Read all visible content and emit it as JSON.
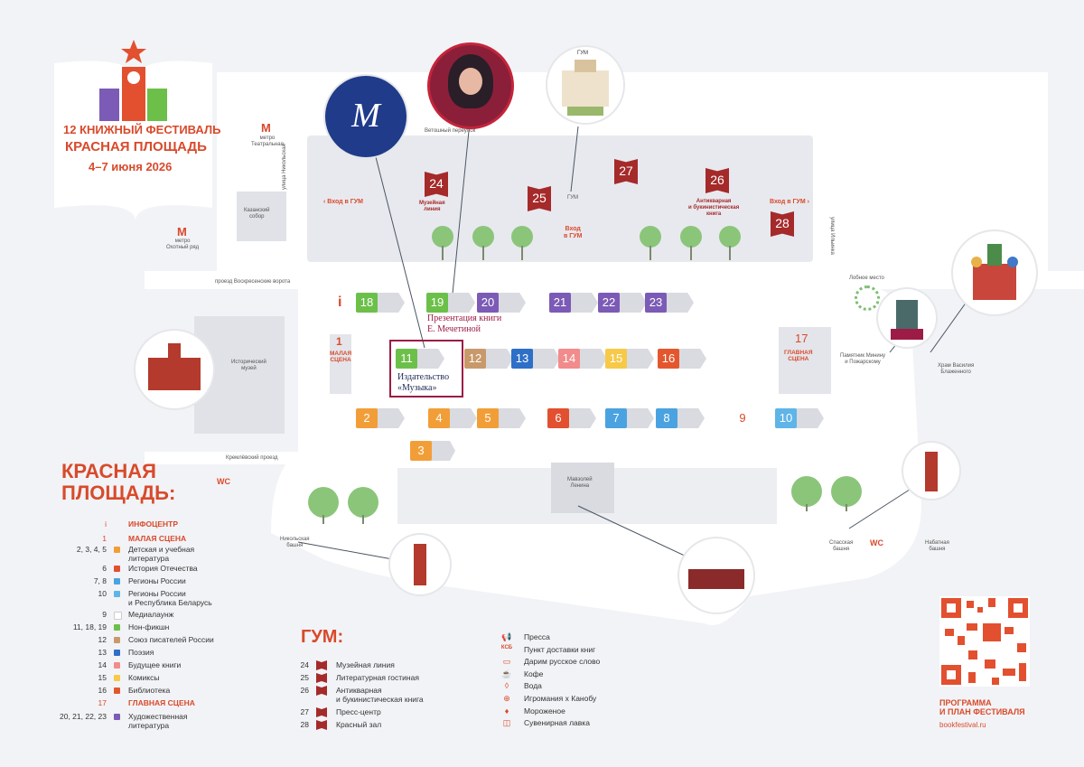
{
  "festival": {
    "line1": "12 КНИЖНЫЙ ФЕСТИВАЛЬ",
    "line2": "КРАСНАЯ ПЛОЩАДЬ",
    "dates": "4–7 июня 2026"
  },
  "map_labels": {
    "metro_teatr": "метро\nТеатральная",
    "metro_okhotny": "метро\nОхотный ряд",
    "kazan": "Казанский\nсобор",
    "vetoshny": "Ветошный переулок",
    "nikolskaya": "улица Никольская",
    "ilyinka": "улица Ильинка",
    "entry_gum_left": "Вход в ГУМ",
    "entry_gum_right": "Вход в ГУМ",
    "entry_gum_center": "Вход\nв ГУМ",
    "gum": "ГУМ",
    "voskresenskie": "проезд Воскресенские ворота",
    "kremlevsky": "Кремлёвский проезд",
    "hist_museum": "Исторический\nмузей",
    "lobnoe": "Лобное место",
    "minin": "Памятник Минину\nи Пожарскому",
    "vasily": "Храм Василия\nБлаженного",
    "mausoleum": "Мавзолей\nЛенина",
    "nikolskaya_tower": "Никольская\nбашня",
    "spasskaya_tower": "Спасская\nбашня",
    "nabatnaya_tower": "Набатная\nбашня",
    "wc_left": "WC",
    "wc_right": "WC",
    "muzlinia": "Музейная\nлиния",
    "antik": "Антикварная\nи букинистическая\nкнига",
    "gum_logo": "ГУМ"
  },
  "stages": {
    "small_num": "1",
    "small_label": "МАЛАЯ\nСЦЕНА",
    "main_num": "17",
    "main_label": "ГЛАВНАЯ\nСЦЕНА",
    "info": "i"
  },
  "stalls_row1": [
    "18",
    "19",
    "20",
    "21",
    "22",
    "23"
  ],
  "stalls_row2": [
    "11",
    "12",
    "13",
    "14",
    "15",
    "16"
  ],
  "stalls_row3": [
    "2",
    "4",
    "5",
    "6",
    "7",
    "8",
    "9",
    "10"
  ],
  "stall_3": "3",
  "gum_books": [
    "24",
    "25",
    "27",
    "26",
    "28"
  ],
  "annotations": {
    "presentation": "Презентация книги\nЕ. Мечетиной",
    "publisher": "Издательство\n«Музыка»",
    "muzyka_logo": "M"
  },
  "legend": {
    "title": "КРАСНАЯ\nПЛОЩАДЬ:",
    "rows": [
      {
        "num": "i",
        "label": "ИНФОЦЕНТР",
        "color": "#d84a2b",
        "type": "red"
      },
      {
        "num": "1",
        "label": "МАЛАЯ СЦЕНА",
        "color": "#d84a2b",
        "type": "red"
      },
      {
        "num": "2, 3, 4, 5",
        "label": "Детская и учебная\nлитература",
        "color": "#f29e38",
        "type": "sw"
      },
      {
        "num": "6",
        "label": "История Отечества",
        "color": "#e2502f",
        "type": "sw"
      },
      {
        "num": "7, 8",
        "label": "Регионы России",
        "color": "#4aa3e0",
        "type": "sw"
      },
      {
        "num": "10",
        "label": "Регионы России\nи Республика Беларусь",
        "color": "#5fb4e8",
        "type": "sw"
      },
      {
        "num": "9",
        "label": "Медиалаунж",
        "color": "#ffffff",
        "type": "sw"
      },
      {
        "num": "11, 18, 19",
        "label": "Нон-фикшн",
        "color": "#6cc04a",
        "type": "sw"
      },
      {
        "num": "12",
        "label": "Союз писателей России",
        "color": "#c89a6b",
        "type": "sw"
      },
      {
        "num": "13",
        "label": "Поэзия",
        "color": "#2e6fc7",
        "type": "sw"
      },
      {
        "num": "14",
        "label": "Будущее книги",
        "color": "#f28b8b",
        "type": "sw"
      },
      {
        "num": "15",
        "label": "Комиксы",
        "color": "#f7c948",
        "type": "sw"
      },
      {
        "num": "16",
        "label": "Библиотека",
        "color": "#e4572e",
        "type": "sw"
      },
      {
        "num": "17",
        "label": "ГЛАВНАЯ СЦЕНА",
        "color": "#d84a2b",
        "type": "red"
      },
      {
        "num": "20, 21, 22, 23",
        "label": "Художественная\nлитература",
        "color": "#7b5bb6",
        "type": "sw"
      }
    ]
  },
  "gum_legend": {
    "title": "ГУМ:",
    "rows": [
      {
        "num": "24",
        "label": "Музейная линия"
      },
      {
        "num": "25",
        "label": "Литературная гостиная"
      },
      {
        "num": "26",
        "label": "Антикварная\nи букинистическая книга"
      },
      {
        "num": "27",
        "label": "Пресс-центр"
      },
      {
        "num": "28",
        "label": "Красный зал"
      }
    ]
  },
  "services": [
    {
      "icon": "press-icon",
      "label": "Пресса"
    },
    {
      "icon": "ksp-icon",
      "label": "Пункт доставки книг"
    },
    {
      "icon": "book-open-icon",
      "label": "Дарим русское слово"
    },
    {
      "icon": "coffee-icon",
      "label": "Кофе"
    },
    {
      "icon": "water-icon",
      "label": "Вода"
    },
    {
      "icon": "gamepad-icon",
      "label": "Игромания х Канобу"
    },
    {
      "icon": "icecream-icon",
      "label": "Мороженое"
    },
    {
      "icon": "gift-icon",
      "label": "Сувенирная лавка"
    }
  ],
  "qr": {
    "caption": "ПРОГРАММА\nИ ПЛАН ФЕСТИВАЛЯ",
    "url": "bookfestival.ru"
  },
  "colors": {
    "accent": "#d84a2b",
    "book_red": "#a52a2a",
    "highlight_box": "#9c1c45"
  }
}
